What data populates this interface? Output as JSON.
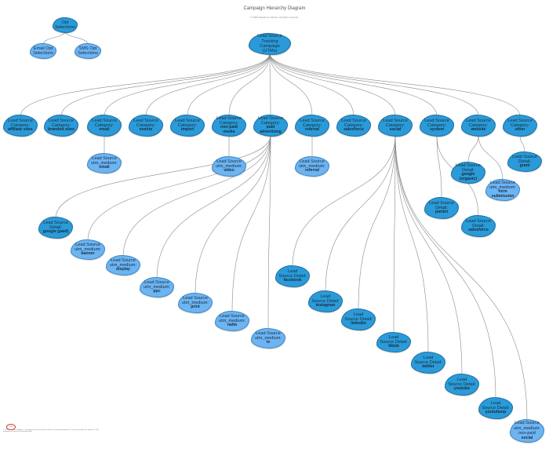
{
  "diagram": {
    "title": "Campaign Hierarchy Diagram",
    "subtitle": "© 2023 Salesforce Admins. All rights reserved.",
    "footer": "© 2023 Salesforce Admins. Campaign hierarchy reference built for marketing attribution; contact your admin for updates. UTM parameters shown for illustration only.",
    "logo_text": "SFA",
    "colors": {
      "dark_node": "#2a9bd8",
      "light_node": "#6cb4f2",
      "link": "#8a8a8a"
    },
    "nodes": [
      {
        "id": "opt",
        "lines": [
          "Opt",
          "Selections"
        ],
        "emph": "",
        "tone": "dark"
      },
      {
        "id": "email_opt",
        "lines": [
          "Email Opt",
          "Selections"
        ],
        "emph": "",
        "tone": "light"
      },
      {
        "id": "sms_opt",
        "lines": [
          "SMS Opt",
          "Selections"
        ],
        "emph": "",
        "tone": "light"
      },
      {
        "id": "root",
        "lines": [
          "Lead Source",
          "Tracking Campaign",
          "(UTMs)"
        ],
        "emph": "",
        "tone": "dark"
      },
      {
        "id": "c_affiliate",
        "lines": [
          "Lead Source",
          "Category:"
        ],
        "emph": "affiliate sites",
        "tone": "dark"
      },
      {
        "id": "c_branded",
        "lines": [
          "Lead Source",
          "Category:"
        ],
        "emph": "branded sites",
        "tone": "dark"
      },
      {
        "id": "c_email",
        "lines": [
          "Lead Source",
          "Category:"
        ],
        "emph": "email",
        "tone": "dark"
      },
      {
        "id": "c_events",
        "lines": [
          "Lead Source",
          "Category:"
        ],
        "emph": "events",
        "tone": "dark"
      },
      {
        "id": "c_import",
        "lines": [
          "Lead Source",
          "Category:"
        ],
        "emph": "import",
        "tone": "dark"
      },
      {
        "id": "c_nonpaid",
        "lines": [
          "Lead Source",
          "Category:"
        ],
        "emph": "non-paid media",
        "tone": "dark"
      },
      {
        "id": "c_paid",
        "lines": [
          "Lead Source",
          "Category:"
        ],
        "emph": "paid advertising",
        "tone": "dark"
      },
      {
        "id": "c_referral",
        "lines": [
          "Lead Source",
          "Category:"
        ],
        "emph": "referral",
        "tone": "dark"
      },
      {
        "id": "c_salesforce",
        "lines": [
          "Lead Source",
          "Category:"
        ],
        "emph": "salesforce",
        "tone": "dark"
      },
      {
        "id": "c_social",
        "lines": [
          "Lead Source",
          "Category:"
        ],
        "emph": "social",
        "tone": "dark"
      },
      {
        "id": "c_system",
        "lines": [
          "Lead Source",
          "Category:"
        ],
        "emph": "system",
        "tone": "dark"
      },
      {
        "id": "c_website",
        "lines": [
          "Lead Source",
          "Category:"
        ],
        "emph": "website",
        "tone": "dark"
      },
      {
        "id": "c_other",
        "lines": [
          "Lead Source",
          "Category:"
        ],
        "emph": "other",
        "tone": "dark"
      },
      {
        "id": "m_email",
        "lines": [
          "Lead Source",
          "utm_medium:"
        ],
        "emph": "email",
        "tone": "light"
      },
      {
        "id": "m_video",
        "lines": [
          "Lead Source",
          "utm_medium:"
        ],
        "emph": "video",
        "tone": "light"
      },
      {
        "id": "m_referral",
        "lines": [
          "Lead Source",
          "utm_medium:"
        ],
        "emph": "referral",
        "tone": "light"
      },
      {
        "id": "d_google_organic",
        "lines": [
          "Lead Source",
          "Detail:"
        ],
        "emph": "google (organic)",
        "tone": "dark"
      },
      {
        "id": "m_form",
        "lines": [
          "Lead Source",
          "utm_medium:"
        ],
        "emph": "form submission",
        "tone": "light"
      },
      {
        "id": "d_grant",
        "lines": [
          "Lead Source",
          "Detail:"
        ],
        "emph": "grant",
        "tone": "dark"
      },
      {
        "id": "d_pardot",
        "lines": [
          "Lead Source",
          "Detail:"
        ],
        "emph": "pardot",
        "tone": "dark"
      },
      {
        "id": "d_salesforce",
        "lines": [
          "Lead Source",
          "Detail:"
        ],
        "emph": "salesforce",
        "tone": "dark"
      },
      {
        "id": "d_google_paid",
        "lines": [
          "Lead Source",
          "Detail:"
        ],
        "emph": "google (paid)",
        "tone": "dark"
      },
      {
        "id": "m_banner",
        "lines": [
          "Lead Source",
          "utm_medium:"
        ],
        "emph": "banner",
        "tone": "light"
      },
      {
        "id": "m_display",
        "lines": [
          "Lead Source",
          "utm_medium:"
        ],
        "emph": "display",
        "tone": "light"
      },
      {
        "id": "m_ppc",
        "lines": [
          "Lead Source",
          "utm_medium:"
        ],
        "emph": "ppc",
        "tone": "light"
      },
      {
        "id": "m_print",
        "lines": [
          "Lead Source",
          "utm_medium:"
        ],
        "emph": "print",
        "tone": "light"
      },
      {
        "id": "m_radio",
        "lines": [
          "Lead Source",
          "utm_medium:"
        ],
        "emph": "radio",
        "tone": "light"
      },
      {
        "id": "m_tv",
        "lines": [
          "Lead Source",
          "utm_medium:"
        ],
        "emph": "tv",
        "tone": "light"
      },
      {
        "id": "d_facebook",
        "lines": [
          "Lead",
          "Source Detail:"
        ],
        "emph": "facebook",
        "tone": "dark"
      },
      {
        "id": "d_instagram",
        "lines": [
          "Lead",
          "Source Detail:"
        ],
        "emph": "instagram",
        "tone": "dark"
      },
      {
        "id": "d_linkedin",
        "lines": [
          "Lead",
          "Source Detail:"
        ],
        "emph": "linkedin",
        "tone": "dark"
      },
      {
        "id": "d_tiktok",
        "lines": [
          "Lead",
          "Source Detail:"
        ],
        "emph": "tiktok",
        "tone": "dark"
      },
      {
        "id": "d_twitter",
        "lines": [
          "Lead",
          "Source Detail:"
        ],
        "emph": "twitter",
        "tone": "dark"
      },
      {
        "id": "d_youtube",
        "lines": [
          "Lead",
          "Source Detail:"
        ],
        "emph": "youtube",
        "tone": "dark"
      },
      {
        "id": "d_youtubenp",
        "lines": [
          "Lead",
          "Source Detail:"
        ],
        "emph": "youtubenp",
        "tone": "dark"
      },
      {
        "id": "m_nonpaid_social",
        "lines": [
          "Lead Source",
          "utm_medium:",
          "non-paid"
        ],
        "emph": "social",
        "tone": "light"
      }
    ],
    "edges": [
      [
        "opt",
        "email_opt"
      ],
      [
        "opt",
        "sms_opt"
      ],
      [
        "root",
        "c_affiliate"
      ],
      [
        "root",
        "c_branded"
      ],
      [
        "root",
        "c_email"
      ],
      [
        "root",
        "c_events"
      ],
      [
        "root",
        "c_import"
      ],
      [
        "root",
        "c_nonpaid"
      ],
      [
        "root",
        "c_paid"
      ],
      [
        "root",
        "c_referral"
      ],
      [
        "root",
        "c_salesforce"
      ],
      [
        "root",
        "c_social"
      ],
      [
        "root",
        "c_system"
      ],
      [
        "root",
        "c_website"
      ],
      [
        "root",
        "c_other"
      ],
      [
        "c_email",
        "m_email"
      ],
      [
        "c_nonpaid",
        "m_video"
      ],
      [
        "c_referral",
        "m_referral"
      ],
      [
        "c_website",
        "d_google_organic"
      ],
      [
        "c_website",
        "m_form"
      ],
      [
        "c_other",
        "d_grant"
      ],
      [
        "c_system",
        "d_pardot"
      ],
      [
        "c_system",
        "d_salesforce"
      ],
      [
        "c_paid",
        "d_google_paid"
      ],
      [
        "c_paid",
        "m_banner"
      ],
      [
        "c_paid",
        "m_display"
      ],
      [
        "c_paid",
        "m_ppc"
      ],
      [
        "c_paid",
        "m_print"
      ],
      [
        "c_paid",
        "m_radio"
      ],
      [
        "c_paid",
        "m_tv"
      ],
      [
        "c_social",
        "d_facebook"
      ],
      [
        "c_social",
        "d_instagram"
      ],
      [
        "c_social",
        "d_linkedin"
      ],
      [
        "c_social",
        "d_tiktok"
      ],
      [
        "c_social",
        "d_twitter"
      ],
      [
        "c_social",
        "d_youtube"
      ],
      [
        "c_social",
        "d_youtubenp"
      ],
      [
        "c_social",
        "m_nonpaid_social"
      ]
    ]
  }
}
